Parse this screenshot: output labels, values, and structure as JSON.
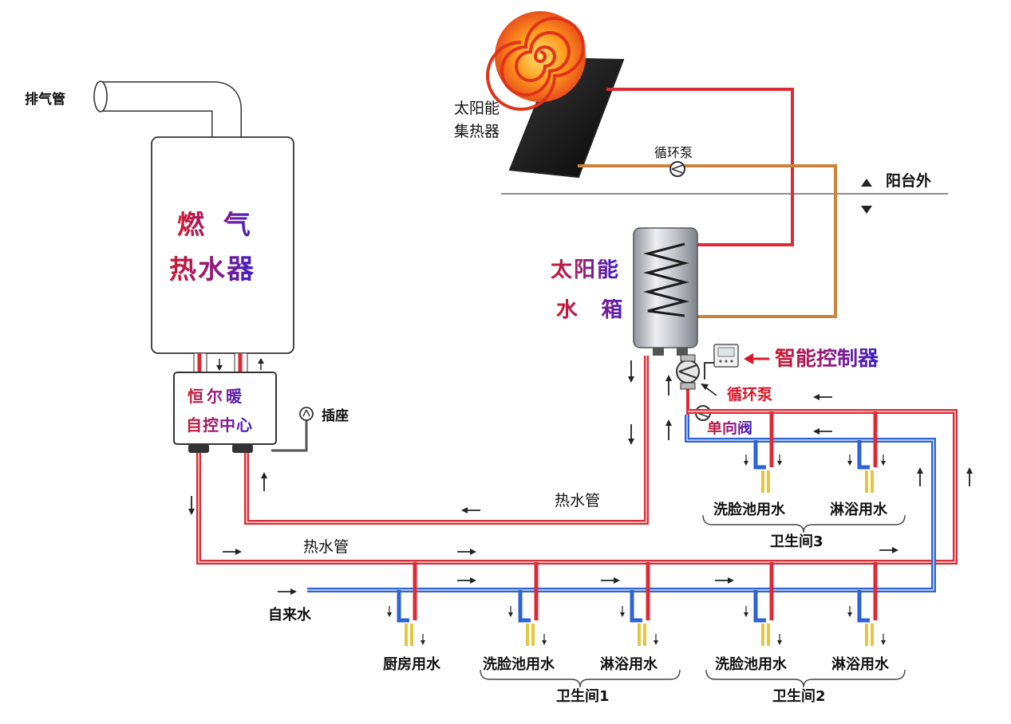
{
  "heater": {
    "line1": "燃 气",
    "line2": "热水器",
    "exhaust_label": "排气管"
  },
  "hub": {
    "line1": "恒尔暖",
    "line2": "自控中心",
    "socket_label": "插座"
  },
  "solar": {
    "collector_label_1": "太阳能",
    "collector_label_2": "集热器",
    "pump_label": "循环泵",
    "balcony_label": "阳台外"
  },
  "tank": {
    "line1": "太阳能",
    "line2": "水 箱"
  },
  "controller": {
    "label": "智能控制器",
    "pump_label": "循环泵",
    "check_valve_label": "单向阀"
  },
  "pipes": {
    "hot_pipe_label_1": "热水管",
    "hot_pipe_label_2": "热水管",
    "cold_inlet_label": "自来水"
  },
  "fixtures": {
    "kitchen": "厨房用水",
    "bath1_sink": "洗脸池用水",
    "bath1_shower": "淋浴用水",
    "bath2_sink": "洗脸池用水",
    "bath2_shower": "淋浴用水",
    "bath3_sink": "洗脸池用水",
    "bath3_shower": "淋浴用水"
  },
  "groups": {
    "bath1": "卫生间1",
    "bath2": "卫生间2",
    "bath3": "卫生间3"
  },
  "colors": {
    "hot": "#dc2b35",
    "cold": "#2c63d6",
    "solar_return": "#c9843a",
    "faucet": "#e5c63e",
    "accent": "#d8182a"
  }
}
